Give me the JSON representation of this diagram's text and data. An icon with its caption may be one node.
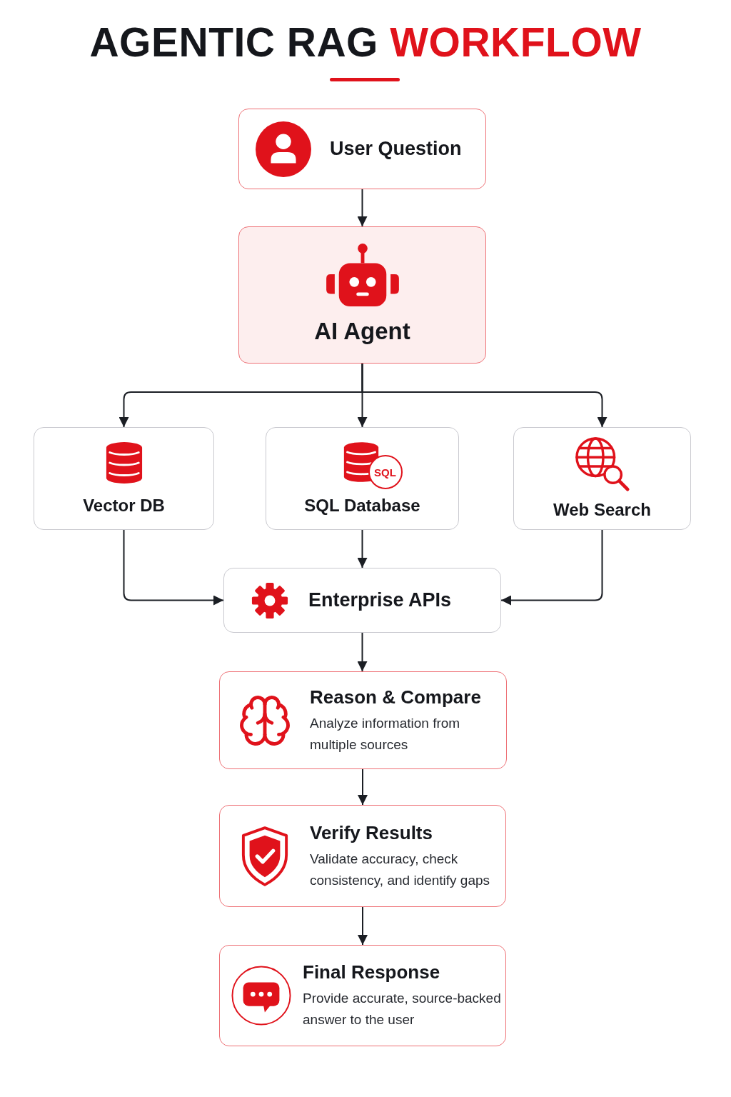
{
  "diagram": {
    "title": "AGENTIC RAG WORKFLOW",
    "nodes": [
      {
        "text": [
          "User Question"
        ]
      },
      {
        "text": [
          "AI Agent"
        ]
      },
      {
        "text": [
          "Vector DB"
        ]
      },
      {
        "text": [
          "SQL Database"
        ]
      },
      {
        "text": [
          "Web Search"
        ]
      },
      {
        "text": [
          "Enterprise APIs"
        ]
      },
      {
        "text": [
          "Reason & Compare",
          "Analyze information from multiple sources"
        ]
      },
      {
        "text": [
          "Verify Results",
          "Validate accuracy, check consistency, and identify gaps"
        ]
      },
      {
        "text": [
          "Final Response",
          "Provide accurate, source-backed answer to the user"
        ]
      }
    ],
    "edges": [
      {
        "from": 0,
        "to": 1,
        "arrow": "to"
      },
      {
        "from": 1,
        "to": 2,
        "arrow": "to"
      },
      {
        "from": 1,
        "to": 3,
        "arrow": "to"
      },
      {
        "from": 1,
        "to": 4,
        "arrow": "to"
      },
      {
        "from": 2,
        "to": 5,
        "arrow": "to"
      },
      {
        "from": 3,
        "to": 5,
        "arrow": "to"
      },
      {
        "from": 4,
        "to": 5,
        "arrow": "to"
      },
      {
        "from": 5,
        "to": 6,
        "arrow": "to"
      },
      {
        "from": 6,
        "to": 7,
        "arrow": "to"
      },
      {
        "from": 7,
        "to": 8,
        "arrow": "to"
      }
    ],
    "labels": [
      "SQL"
    ]
  }
}
